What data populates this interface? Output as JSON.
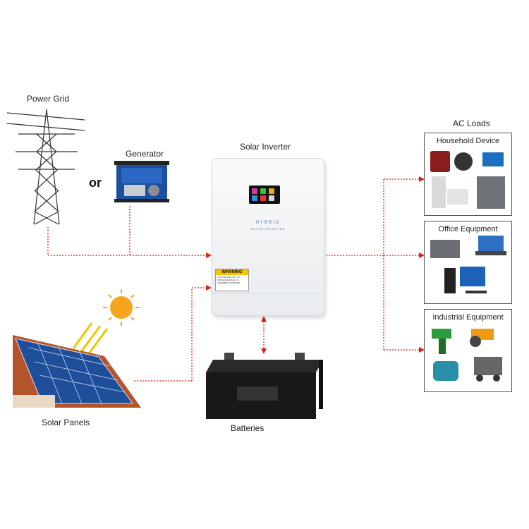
{
  "labels": {
    "power_grid": "Power Grid",
    "generator": "Generator",
    "or": "or",
    "solar_inverter": "Solar Inverter",
    "solar_panels": "Solar Panels",
    "batteries": "Batteries",
    "ac_loads": "AC Loads"
  },
  "inverter": {
    "brand": "HYBRID",
    "sub": "SOLAR INVERTER",
    "warning_title": "WARNING",
    "warning_text": "THIS DEVICE ONLY BY PROFESSIONALS TO ASSEMBLE INVERTER"
  },
  "load_groups": [
    {
      "title": "Household Device"
    },
    {
      "title": "Office Equipment"
    },
    {
      "title": "Industrial Equipment"
    }
  ],
  "colors": {
    "connector": "#e0201b",
    "box_border": "#555555",
    "sun": "#f7a51c"
  }
}
